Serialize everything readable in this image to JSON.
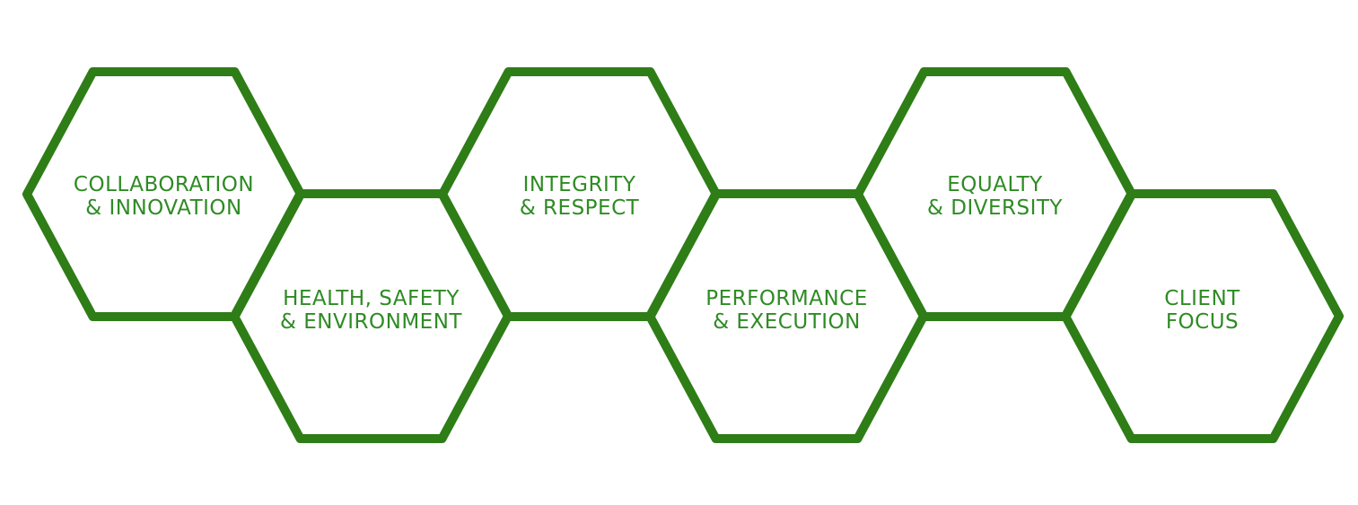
{
  "colors": {
    "background": "#ffffff",
    "outline": "#2e7d17",
    "text": "#2e8b24"
  },
  "hexagons": [
    {
      "label": "COLLABORATION\n& INNOVATION"
    },
    {
      "label": "HEALTH, SAFETY\n& ENVIRONMENT"
    },
    {
      "label": "INTEGRITY\n& RESPECT"
    },
    {
      "label": "PERFORMANCE\n& EXECUTION"
    },
    {
      "label": "EQUALTY\n& DIVERSITY"
    },
    {
      "label": "CLIENT\nFOCUS"
    }
  ]
}
